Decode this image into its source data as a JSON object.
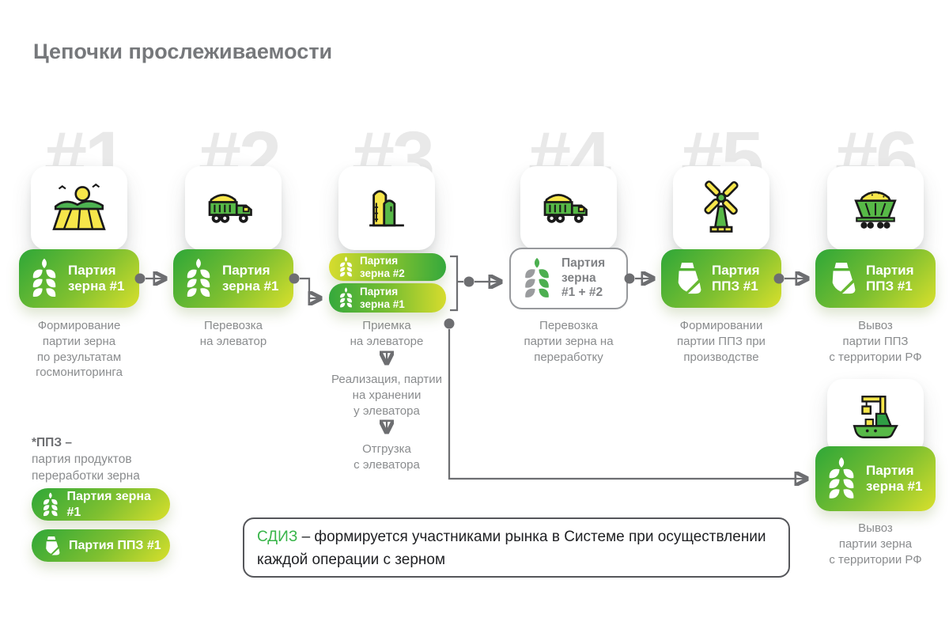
{
  "title": "Цепочки прослеживаемости",
  "colors": {
    "green": "#35a93c",
    "yellow": "#d9e02c",
    "gray_text": "#8a8c8e",
    "arrow": "#6d6e71",
    "number_gray": "#e9e9e9",
    "note_term_green": "#39b54a"
  },
  "steps": [
    {
      "number": "#1",
      "icon": "field-icon",
      "pill": {
        "icon": "wheat-icon",
        "text": "Партия\nзерна #1"
      },
      "description": "Формирование\nпартии зерна\nпо результатам\nгосмониторинга"
    },
    {
      "number": "#2",
      "icon": "grain-truck-icon",
      "pill": {
        "icon": "wheat-icon",
        "text": "Партия\nзерна #1"
      },
      "description": "Перевозка\nна элеватор"
    },
    {
      "number": "#3",
      "icon": "elevator-silo-icon",
      "pills": [
        {
          "icon": "wheat-icon",
          "text": "Партия\nзерна #2"
        },
        {
          "icon": "wheat-icon",
          "text": "Партия\nзерна #1"
        }
      ],
      "description": "Приемка\nна элеваторе",
      "description2": "Реализация, партии\nна хранении\nу элеватора",
      "description3": "Отгрузка\nс элеватора"
    },
    {
      "number": "#4",
      "icon": "grain-truck-icon",
      "pill": {
        "icon": "wheat-two-tone-icon",
        "text": "Партия\nзерна\n#1 + #2"
      },
      "description": "Перевозка\nпартии зерна на\nпереработку"
    },
    {
      "number": "#5",
      "icon": "windmill-icon",
      "pill": {
        "icon": "flour-sack-icon",
        "text": "Партия\nППЗ #1"
      },
      "description": "Формировании\nпартии ППЗ при\nпроизводстве"
    },
    {
      "number": "#6",
      "icon": "railcar-icon",
      "pill": {
        "icon": "flour-sack-icon",
        "text": "Партия\nППЗ #1"
      },
      "description": "Вывоз\nпартии ППЗ\nс территории РФ"
    }
  ],
  "export_step": {
    "icon": "ship-crane-icon",
    "pill": {
      "icon": "wheat-icon",
      "text": "Партия\nзерна #1"
    },
    "description": "Вывоз\nпартии зерна\nс территории РФ"
  },
  "legend": {
    "term": "*ППЗ –",
    "definition": "партия продуктов\nпереработки зерна",
    "pills": [
      {
        "icon": "wheat-icon",
        "text": "Партия зерна #1"
      },
      {
        "icon": "flour-sack-icon",
        "text": "Партия ППЗ #1"
      }
    ]
  },
  "note": {
    "term": "СДИЗ",
    "text": " – формируется участниками рынка в Системе при осуществлении каждой операции с зерном"
  }
}
